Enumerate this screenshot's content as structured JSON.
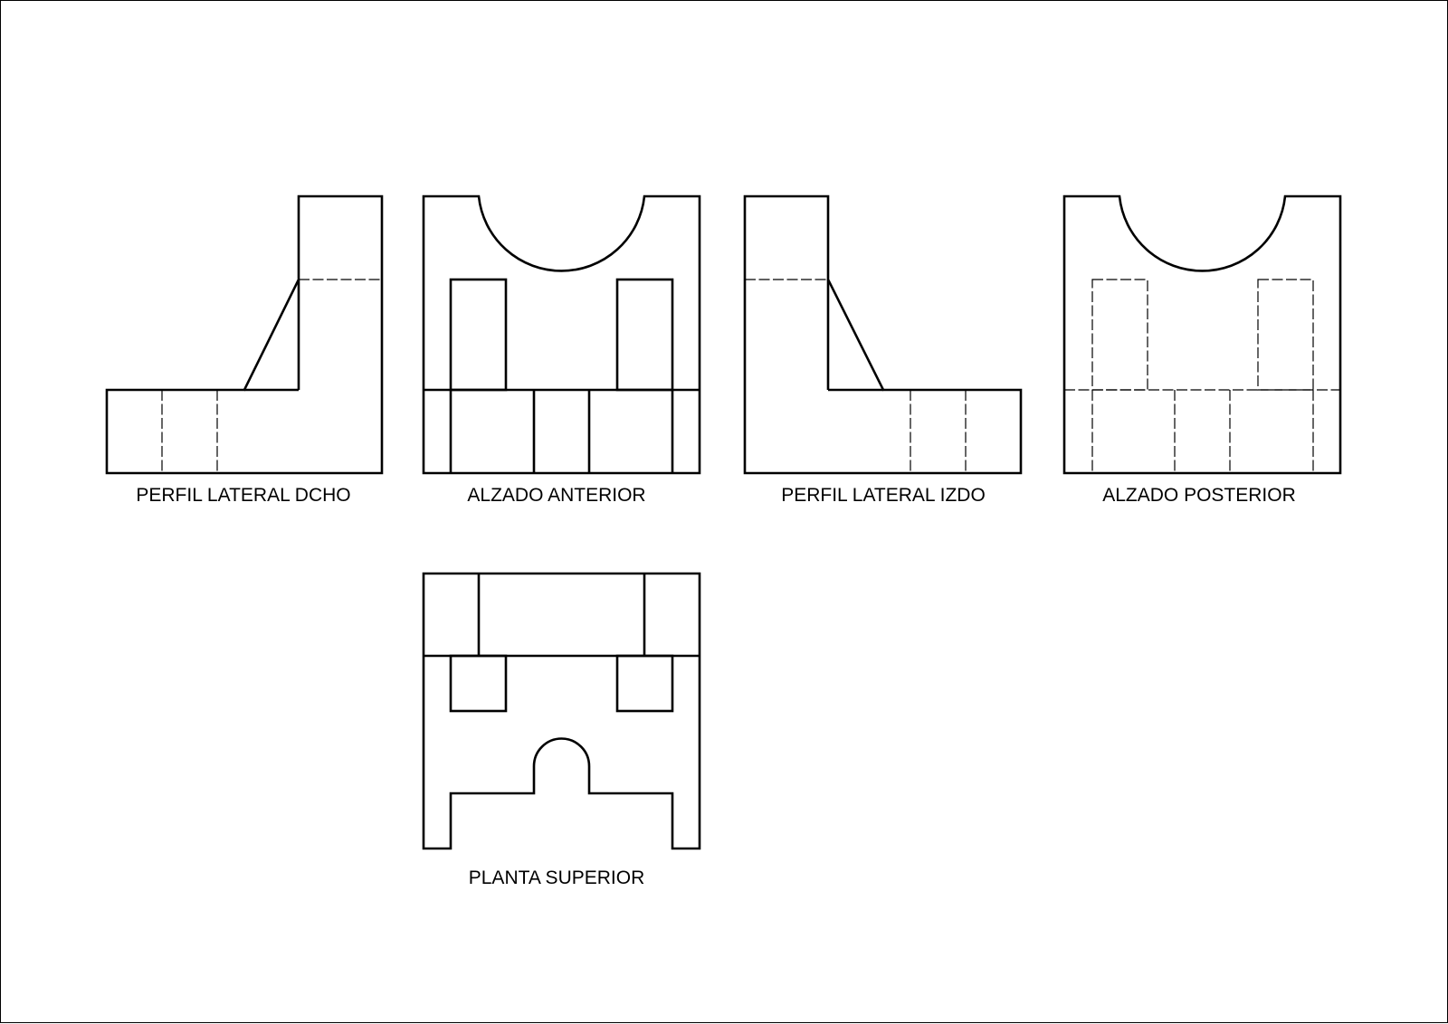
{
  "sheet": {
    "line_color": "#000000",
    "background_color": "#ffffff"
  },
  "views": {
    "right_profile": {
      "label": "PERFIL LATERAL DCHO"
    },
    "front_elevation": {
      "label": "ALZADO ANTERIOR"
    },
    "left_profile": {
      "label": "PERFIL LATERAL IZDO"
    },
    "rear_elevation": {
      "label": "ALZADO POSTERIOR"
    },
    "top_plan": {
      "label": "PLANTA SUPERIOR"
    }
  }
}
